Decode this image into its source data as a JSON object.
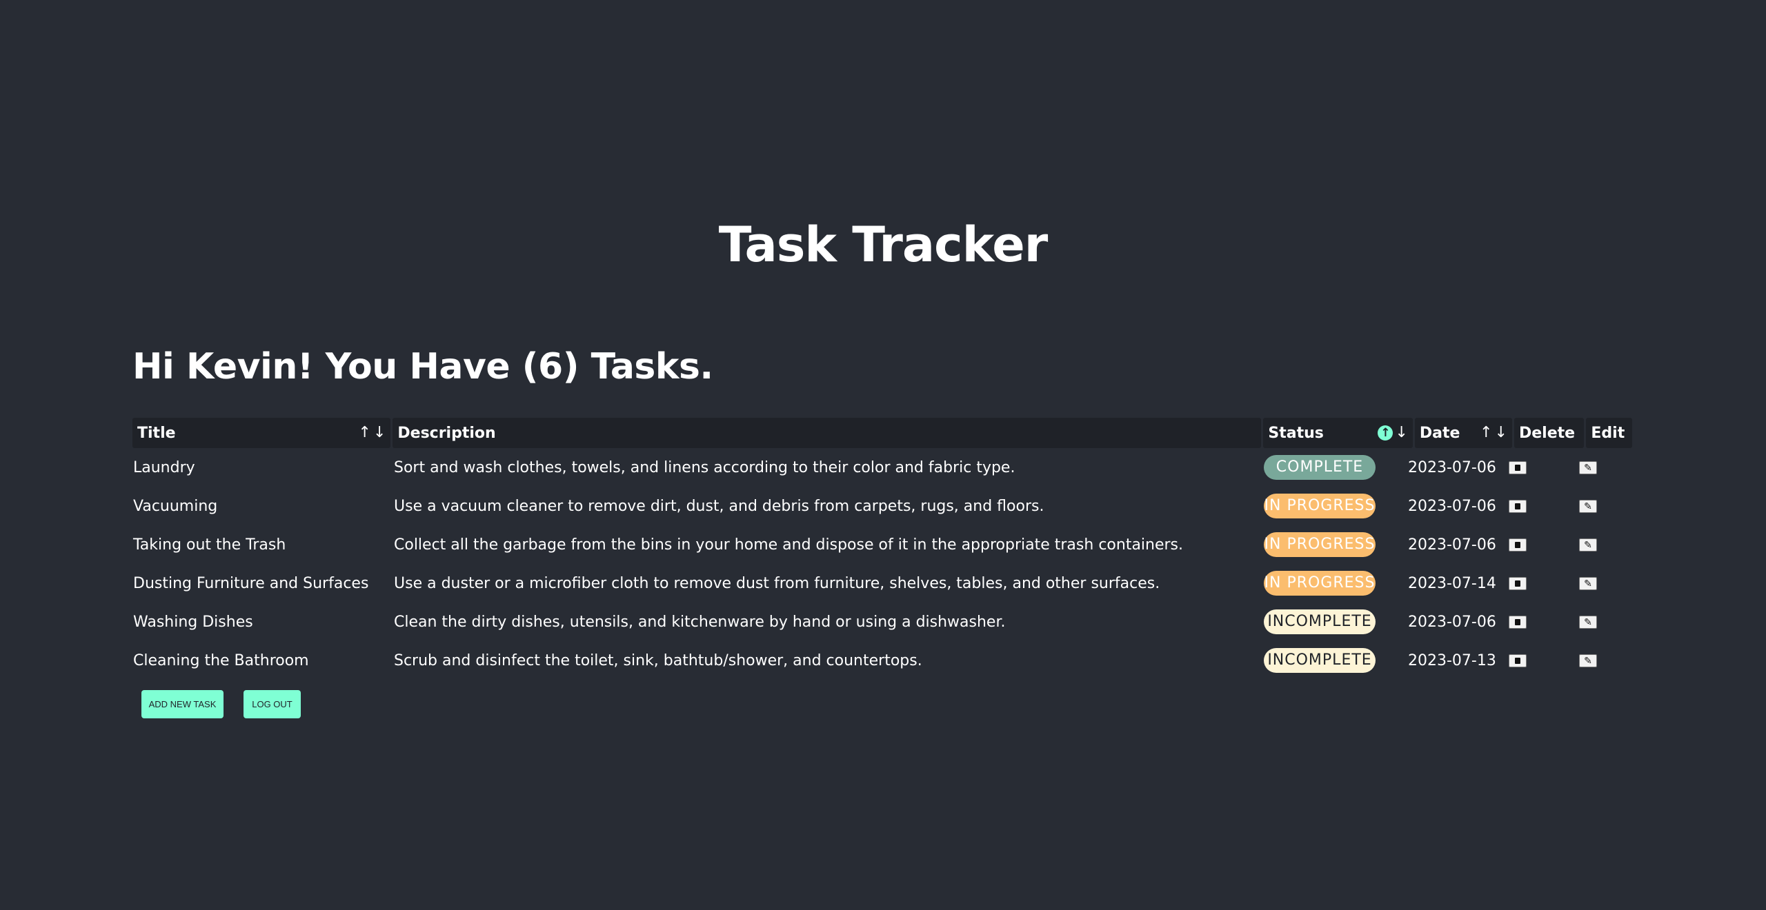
{
  "app": {
    "title": "Task Tracker",
    "greeting": "Hi Kevin! You Have (6) Tasks."
  },
  "colors": {
    "background": "#282c34",
    "header_bg": "#1f2228",
    "accent": "#7fffd4",
    "complete": "#79a89a",
    "in_progress": "#fbbd6e",
    "incomplete": "#fdf4d6"
  },
  "table": {
    "headers": {
      "title": "Title",
      "description": "Description",
      "status": "Status",
      "date": "Date",
      "delete": "Delete",
      "edit": "Edit"
    },
    "sort": {
      "up": "↑",
      "down": "↓",
      "active_column": "status",
      "active_direction": "up"
    },
    "rows": [
      {
        "title": "Laundry",
        "description": "Sort and wash clothes, towels, and linens according to their color and fabric type.",
        "status": "COMPLETE",
        "status_kind": "complete",
        "date": "2023-07-06"
      },
      {
        "title": "Vacuuming",
        "description": "Use a vacuum cleaner to remove dirt, dust, and debris from carpets, rugs, and floors.",
        "status": "IN PROGRESS",
        "status_kind": "inprogress",
        "date": "2023-07-06"
      },
      {
        "title": "Taking out the Trash",
        "description": "Collect all the garbage from the bins in your home and dispose of it in the appropriate trash containers.",
        "status": "IN PROGRESS",
        "status_kind": "inprogress",
        "date": "2023-07-06"
      },
      {
        "title": "Dusting Furniture and Surfaces",
        "description": "Use a duster or a microfiber cloth to remove dust from furniture, shelves, tables, and other surfaces.",
        "status": "IN PROGRESS",
        "status_kind": "inprogress",
        "date": "2023-07-14"
      },
      {
        "title": "Washing Dishes",
        "description": "Clean the dirty dishes, utensils, and kitchenware by hand or using a dishwasher.",
        "status": "INCOMPLETE",
        "status_kind": "incomplete",
        "date": "2023-07-06"
      },
      {
        "title": "Cleaning the Bathroom",
        "description": "Scrub and disinfect the toilet, sink, bathtub/shower, and countertops.",
        "status": "INCOMPLETE",
        "status_kind": "incomplete",
        "date": "2023-07-13"
      }
    ]
  },
  "actions": {
    "add_label": "ADD NEW TASK",
    "logout_label": "LOG OUT"
  }
}
